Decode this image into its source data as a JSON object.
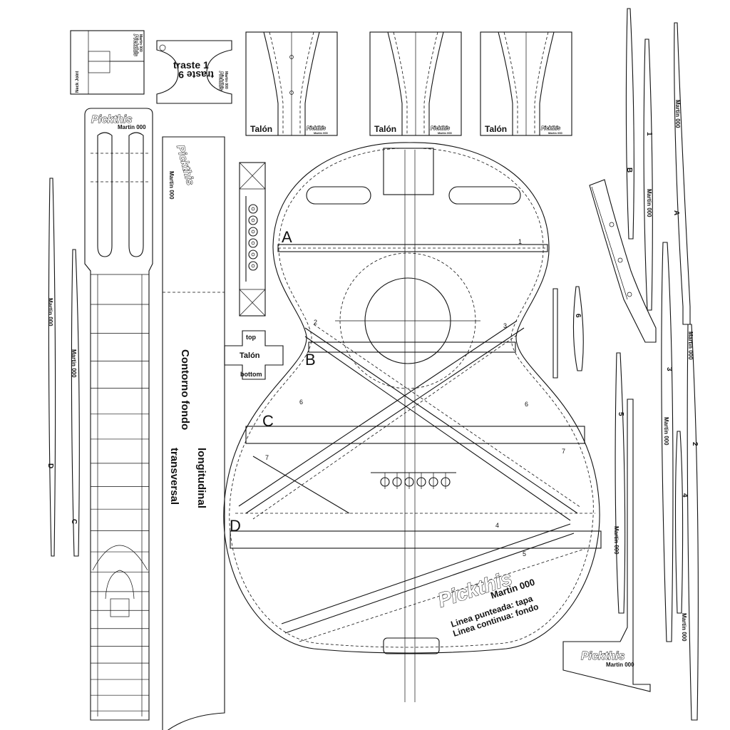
{
  "brand": {
    "logo": "Pickthis",
    "model": "Martin 000"
  },
  "pieces": {
    "neck_joint": "Neck Joint",
    "fret_gauge": {
      "top": "traste 1",
      "bottom": "traste 9"
    },
    "heel_label": "Talón",
    "heel_block": {
      "top": "top",
      "center": "Talón",
      "bottom": "bottom"
    },
    "contour": {
      "line1": "Contorno fondo",
      "line2": "longitudinal",
      "line3": "transversal"
    }
  },
  "brace_letters": [
    "A",
    "B",
    "C",
    "D"
  ],
  "brace_numbers": [
    "1",
    "2",
    "3",
    "6",
    "6",
    "7",
    "7",
    "4",
    "5"
  ],
  "brace_strips": [
    "1",
    "B",
    "A",
    "3",
    "2",
    "4",
    "5",
    "6",
    "D",
    "C"
  ],
  "legend": {
    "dotted": "Linea punteada: tapa",
    "solid": "Linea continua: fondo"
  }
}
